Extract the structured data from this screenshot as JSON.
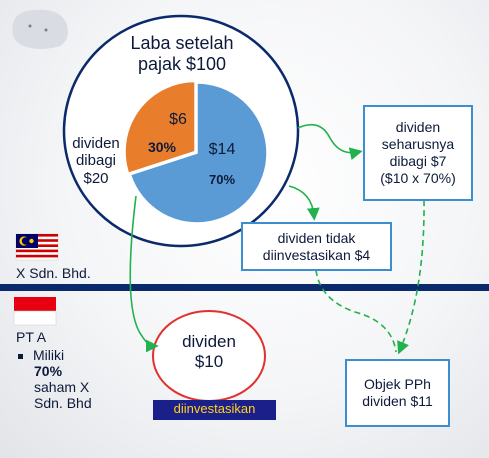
{
  "top_circle": {
    "line1": "Laba setelah",
    "line2": "pajak $100"
  },
  "pie": {
    "slices": [
      {
        "label": "$6",
        "percent": "30%",
        "share": 0.3,
        "color": "#e87d2c"
      },
      {
        "label": "$14",
        "percent": "70%",
        "share": 0.7,
        "color": "#5b9bd5"
      }
    ]
  },
  "dividend_shared": {
    "line1": "dividen",
    "line2": "dibagi",
    "line3": "$20"
  },
  "box_should": {
    "text": "dividen\nseharusnya\ndibagi $7\n($10 x 70%)"
  },
  "box_not_invested": {
    "text": "dividen tidak\ndiinvestasikan $4"
  },
  "box_tax_object": {
    "text": "Objek PPh\ndividen $11"
  },
  "malaysia": {
    "company": "X Sdn. Bhd."
  },
  "indonesia": {
    "company": "PT A",
    "bullet": "Miliki",
    "bullet_pct": "70%",
    "bullet_line3": "saham  X",
    "bullet_line4": "Sdn. Bhd"
  },
  "dividend_circle": {
    "line1": "dividen",
    "line2": "$10"
  },
  "invested_badge": "diinvestasikan",
  "colors": {
    "navy": "#0b2a6b",
    "green": "#22b14c",
    "red": "#e0312f",
    "box_border": "#3b8fd0",
    "badge_bg": "#1b1f8a",
    "badge_text": "#ffd21f"
  }
}
